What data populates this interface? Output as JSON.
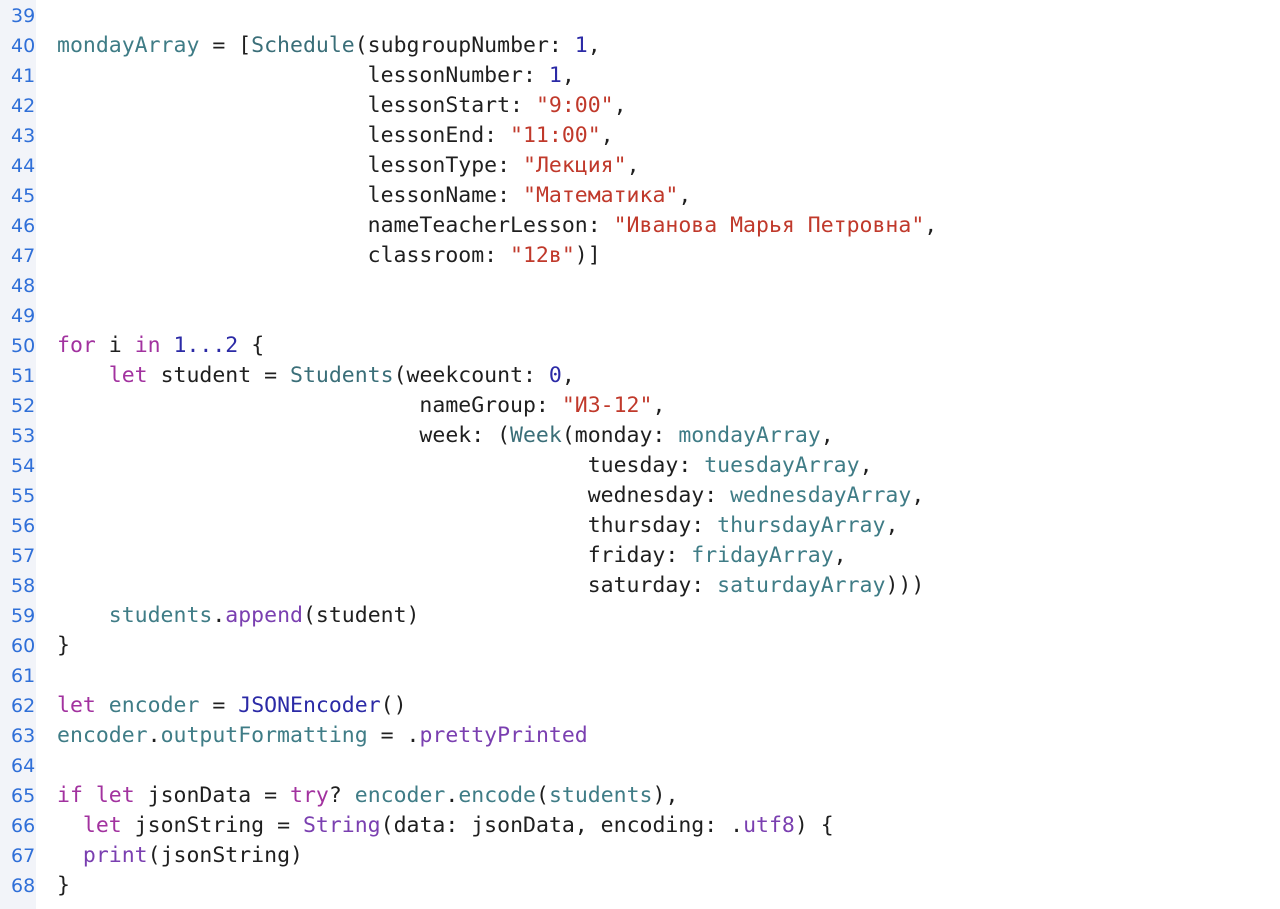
{
  "editor": {
    "lines": [
      {
        "n": "39",
        "tokens": []
      },
      {
        "n": "40",
        "tokens": [
          [
            "mondayArray",
            "prop"
          ],
          [
            " = [",
            "plain"
          ],
          [
            "Schedule",
            "type"
          ],
          [
            "(subgroupNumber: ",
            "plain"
          ],
          [
            "1",
            "num"
          ],
          [
            ",",
            "plain"
          ]
        ]
      },
      {
        "n": "41",
        "tokens": [
          [
            "                        lessonNumber: ",
            "plain"
          ],
          [
            "1",
            "num"
          ],
          [
            ",",
            "plain"
          ]
        ]
      },
      {
        "n": "42",
        "tokens": [
          [
            "                        lessonStart: ",
            "plain"
          ],
          [
            "\"9:00\"",
            "str"
          ],
          [
            ",",
            "plain"
          ]
        ]
      },
      {
        "n": "43",
        "tokens": [
          [
            "                        lessonEnd: ",
            "plain"
          ],
          [
            "\"11:00\"",
            "str"
          ],
          [
            ",",
            "plain"
          ]
        ]
      },
      {
        "n": "44",
        "tokens": [
          [
            "                        lessonType: ",
            "plain"
          ],
          [
            "\"Лекция\"",
            "str"
          ],
          [
            ",",
            "plain"
          ]
        ]
      },
      {
        "n": "45",
        "tokens": [
          [
            "                        lessonName: ",
            "plain"
          ],
          [
            "\"Математика\"",
            "str"
          ],
          [
            ",",
            "plain"
          ]
        ]
      },
      {
        "n": "46",
        "tokens": [
          [
            "                        nameTeacherLesson: ",
            "plain"
          ],
          [
            "\"Иванова Марья Петровна\"",
            "str"
          ],
          [
            ",",
            "plain"
          ]
        ]
      },
      {
        "n": "47",
        "tokens": [
          [
            "                        classroom: ",
            "plain"
          ],
          [
            "\"12в\"",
            "str"
          ],
          [
            ")]",
            "plain"
          ]
        ]
      },
      {
        "n": "48",
        "tokens": []
      },
      {
        "n": "49",
        "tokens": []
      },
      {
        "n": "50",
        "tokens": [
          [
            "for",
            "kw"
          ],
          [
            " i ",
            "plain"
          ],
          [
            "in",
            "kw"
          ],
          [
            " ",
            "plain"
          ],
          [
            "1...2",
            "num"
          ],
          [
            " {",
            "plain"
          ]
        ]
      },
      {
        "n": "51",
        "tokens": [
          [
            "    ",
            "plain"
          ],
          [
            "let",
            "kw"
          ],
          [
            " student = ",
            "plain"
          ],
          [
            "Students",
            "type"
          ],
          [
            "(weekcount: ",
            "plain"
          ],
          [
            "0",
            "num"
          ],
          [
            ",",
            "plain"
          ]
        ]
      },
      {
        "n": "52",
        "tokens": [
          [
            "                            nameGroup: ",
            "plain"
          ],
          [
            "\"ИЗ-12\"",
            "str"
          ],
          [
            ",",
            "plain"
          ]
        ]
      },
      {
        "n": "53",
        "tokens": [
          [
            "                            week: (",
            "plain"
          ],
          [
            "Week",
            "type"
          ],
          [
            "(monday: ",
            "plain"
          ],
          [
            "mondayArray",
            "prop"
          ],
          [
            ",",
            "plain"
          ]
        ]
      },
      {
        "n": "54",
        "tokens": [
          [
            "                                         tuesday: ",
            "plain"
          ],
          [
            "tuesdayArray",
            "prop"
          ],
          [
            ",",
            "plain"
          ]
        ]
      },
      {
        "n": "55",
        "tokens": [
          [
            "                                         wednesday: ",
            "plain"
          ],
          [
            "wednesdayArray",
            "prop"
          ],
          [
            ",",
            "plain"
          ]
        ]
      },
      {
        "n": "56",
        "tokens": [
          [
            "                                         thursday: ",
            "plain"
          ],
          [
            "thursdayArray",
            "prop"
          ],
          [
            ",",
            "plain"
          ]
        ]
      },
      {
        "n": "57",
        "tokens": [
          [
            "                                         friday: ",
            "plain"
          ],
          [
            "fridayArray",
            "prop"
          ],
          [
            ",",
            "plain"
          ]
        ]
      },
      {
        "n": "58",
        "tokens": [
          [
            "                                         saturday: ",
            "plain"
          ],
          [
            "saturdayArray",
            "prop"
          ],
          [
            ")))",
            "plain"
          ]
        ]
      },
      {
        "n": "59",
        "tokens": [
          [
            "    ",
            "plain"
          ],
          [
            "students",
            "prop"
          ],
          [
            ".",
            "plain"
          ],
          [
            "append",
            "fn"
          ],
          [
            "(student)",
            "plain"
          ]
        ]
      },
      {
        "n": "60",
        "tokens": [
          [
            "}",
            "plain"
          ]
        ]
      },
      {
        "n": "61",
        "tokens": []
      },
      {
        "n": "62",
        "tokens": [
          [
            "let",
            "kw"
          ],
          [
            " ",
            "plain"
          ],
          [
            "encoder",
            "prop"
          ],
          [
            " = ",
            "plain"
          ],
          [
            "JSONEncoder",
            "cls"
          ],
          [
            "()",
            "plain"
          ]
        ]
      },
      {
        "n": "63",
        "tokens": [
          [
            "encoder",
            "prop"
          ],
          [
            ".",
            "plain"
          ],
          [
            "outputFormatting",
            "prop"
          ],
          [
            " = .",
            "plain"
          ],
          [
            "prettyPrinted",
            "fn"
          ]
        ]
      },
      {
        "n": "64",
        "tokens": []
      },
      {
        "n": "65",
        "tokens": [
          [
            "if",
            "kw"
          ],
          [
            " ",
            "plain"
          ],
          [
            "let",
            "kw"
          ],
          [
            " jsonData = ",
            "plain"
          ],
          [
            "try",
            "kw"
          ],
          [
            "? ",
            "plain"
          ],
          [
            "encoder",
            "prop"
          ],
          [
            ".",
            "plain"
          ],
          [
            "encode",
            "prop"
          ],
          [
            "(",
            "plain"
          ],
          [
            "students",
            "prop"
          ],
          [
            "),",
            "plain"
          ]
        ]
      },
      {
        "n": "66",
        "tokens": [
          [
            "  ",
            "plain"
          ],
          [
            "let",
            "kw"
          ],
          [
            " jsonString = ",
            "plain"
          ],
          [
            "String",
            "fn"
          ],
          [
            "(data: jsonData, encoding: .",
            "plain"
          ],
          [
            "utf8",
            "fn"
          ],
          [
            ") {",
            "plain"
          ]
        ]
      },
      {
        "n": "67",
        "tokens": [
          [
            "  ",
            "plain"
          ],
          [
            "print",
            "fn"
          ],
          [
            "(jsonString)",
            "plain"
          ]
        ]
      },
      {
        "n": "68",
        "tokens": [
          [
            "}",
            "plain"
          ]
        ]
      }
    ]
  }
}
